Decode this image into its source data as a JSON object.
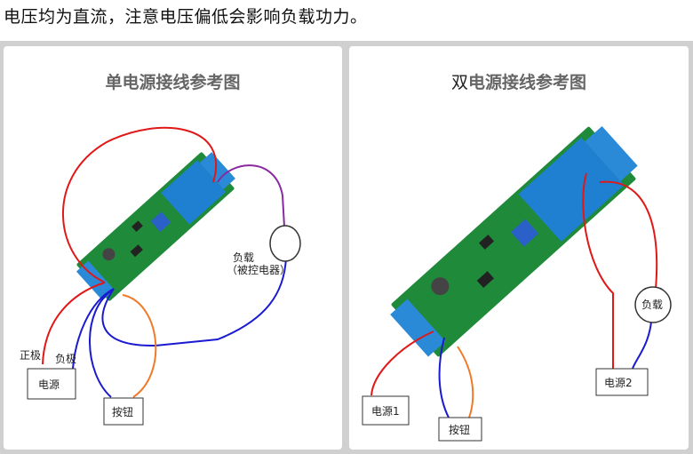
{
  "caption": "电压均为直流，注意电压偏低会影响负载功力。",
  "left_panel": {
    "title": "单电源接线参考图",
    "labels": {
      "positive": "正极",
      "negative": "负极",
      "power": "电源",
      "button": "按钮",
      "load": "负载",
      "load_note": "（被控电器）"
    }
  },
  "right_panel": {
    "title_first": "双",
    "title_rest": "电源接线参考图",
    "labels": {
      "power1": "电源1",
      "power2": "电源2",
      "button": "按钮",
      "load": "负载"
    }
  },
  "colors": {
    "wire_red": "#e01818",
    "wire_blue": "#1a1ad0",
    "wire_orange": "#f07a2a",
    "wire_purple": "#8a2aa0",
    "pcb_green": "#1f8a3a",
    "relay_blue": "#1f7fd0",
    "terminal_blue": "#2a8ad8"
  }
}
